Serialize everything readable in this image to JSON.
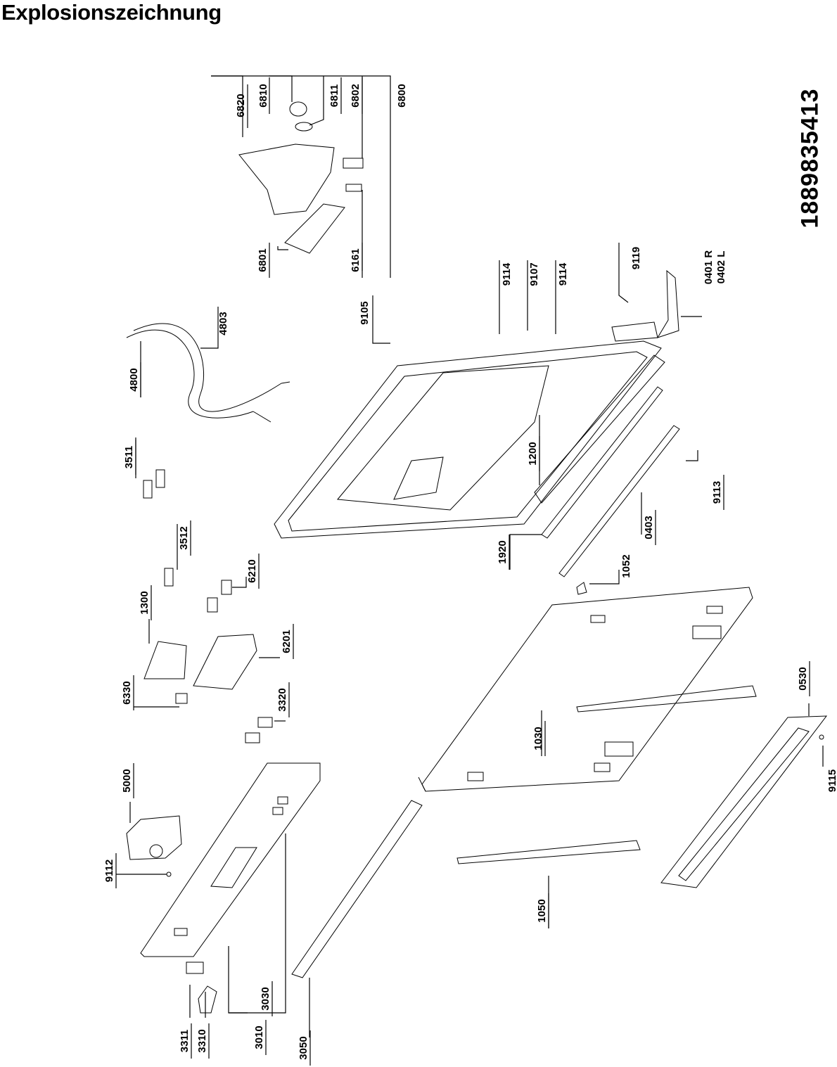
{
  "title": "Explosionszeichnung",
  "document_number": "1889835413",
  "parts": [
    {
      "number": "6820"
    },
    {
      "number": "6810"
    },
    {
      "number": "6811"
    },
    {
      "number": "6802"
    },
    {
      "number": "6800"
    },
    {
      "number": "6801"
    },
    {
      "number": "6161"
    },
    {
      "number": "4803"
    },
    {
      "number": "4800"
    },
    {
      "number": "9105"
    },
    {
      "number": "9114"
    },
    {
      "number": "9107"
    },
    {
      "number": "9114"
    },
    {
      "number": "9119"
    },
    {
      "number": "0401 R"
    },
    {
      "number": "0402 L"
    },
    {
      "number": "3511"
    },
    {
      "number": "1200"
    },
    {
      "number": "9113"
    },
    {
      "number": "0403"
    },
    {
      "number": "3512"
    },
    {
      "number": "1920"
    },
    {
      "number": "1052"
    },
    {
      "number": "1300"
    },
    {
      "number": "6210"
    },
    {
      "number": "6201"
    },
    {
      "number": "6330"
    },
    {
      "number": "3320"
    },
    {
      "number": "0530"
    },
    {
      "number": "1030"
    },
    {
      "number": "5000"
    },
    {
      "number": "9112"
    },
    {
      "number": "9115"
    },
    {
      "number": "1050"
    },
    {
      "number": "3030"
    },
    {
      "number": "3311"
    },
    {
      "number": "3310"
    },
    {
      "number": "3010"
    },
    {
      "number": "3050"
    }
  ]
}
